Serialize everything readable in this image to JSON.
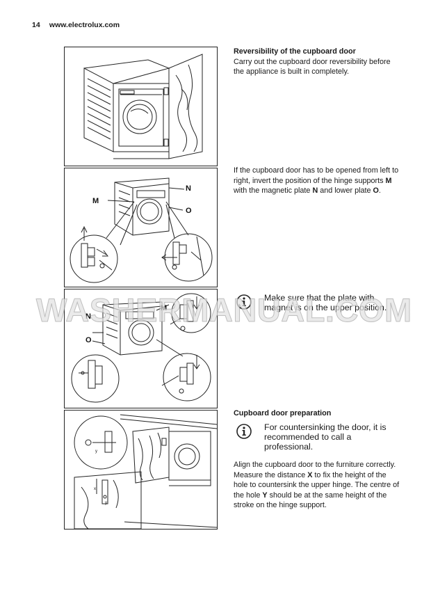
{
  "header": {
    "page_number": "14",
    "website": "www.electrolux.com"
  },
  "section1": {
    "heading": "Reversibility of the cupboard door",
    "body": "Carry out the cupboard door reversibility before the appliance is built in completely."
  },
  "section2": {
    "parts": [
      "If the cupboard door has to be opened from left to right, invert the position of the hinge supports ",
      "M",
      " with the magnetic plate ",
      "N",
      " and lower plate ",
      "O",
      "."
    ]
  },
  "section3": {
    "note": "Make sure that the plate with magnet is on the upper position."
  },
  "section4": {
    "heading": "Cupboard door preparation",
    "note": "For countersinking the door, it is recommended to call a professional.",
    "para1": "Align the cupboard door to the furniture correctly.",
    "para2_parts": [
      "Measure the distance ",
      "X",
      " to fix the height of the hole to countersink the upper hinge. The centre of the hole ",
      "Y",
      " should be at the same height of the stroke on the hinge support."
    ]
  },
  "figures": {
    "fig2_labels": {
      "m": "M",
      "n": "N",
      "o": "O"
    },
    "fig3_labels": {
      "n": "N",
      "m": "M",
      "o": "O"
    },
    "fig4_labels": {
      "y1": "y",
      "x": "x",
      "y2": "y"
    }
  },
  "watermark": "WASHERMANUAL.COM",
  "icons": {
    "info": "info-icon"
  }
}
